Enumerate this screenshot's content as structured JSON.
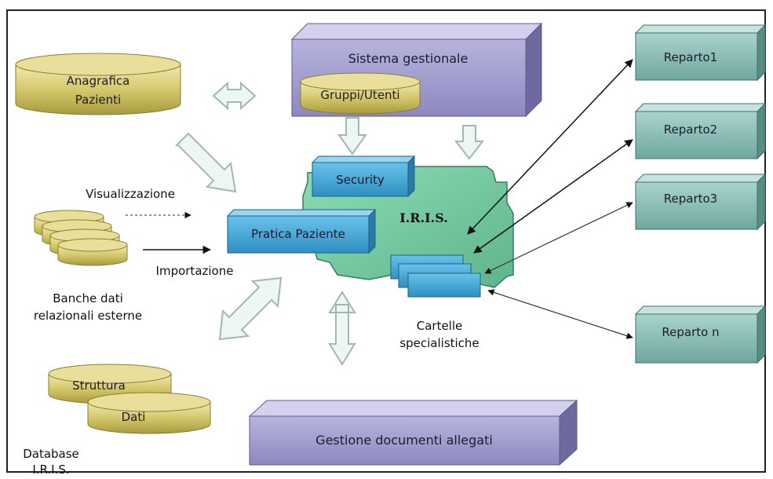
{
  "top_box": {
    "title": "Sistema gestionale",
    "subtitle": "Gruppi/Utenti"
  },
  "anagrafica": {
    "line1": "Anagrafica",
    "line2": "Pazienti"
  },
  "security": "Security",
  "pratica": "Pratica Paziente",
  "iris": "I.R.I.S.",
  "visualizzazione": "Visualizzazione",
  "importazione": "Importazione",
  "banche": {
    "line1": "Banche dati",
    "line2": "relazionali esterne"
  },
  "cartelle": {
    "line1": "Cartelle",
    "line2": "specialistiche"
  },
  "database": {
    "struttura": "Struttura",
    "dati": "Dati",
    "line1": "Database",
    "line2": "I.R.I.S."
  },
  "gestione": "Gestione documenti allegati",
  "reparti": [
    "Reparto1",
    "Reparto2",
    "Reparto3",
    "Reparto n"
  ],
  "colors": {
    "cylinder": "#d9cf7a",
    "purple_box": "#9b97c8",
    "teal_box": "#7fb0a8",
    "iris_green": "#79c9a3",
    "blue_box": "#4aa8d6",
    "arrow_outline": "#9fb8b0"
  }
}
